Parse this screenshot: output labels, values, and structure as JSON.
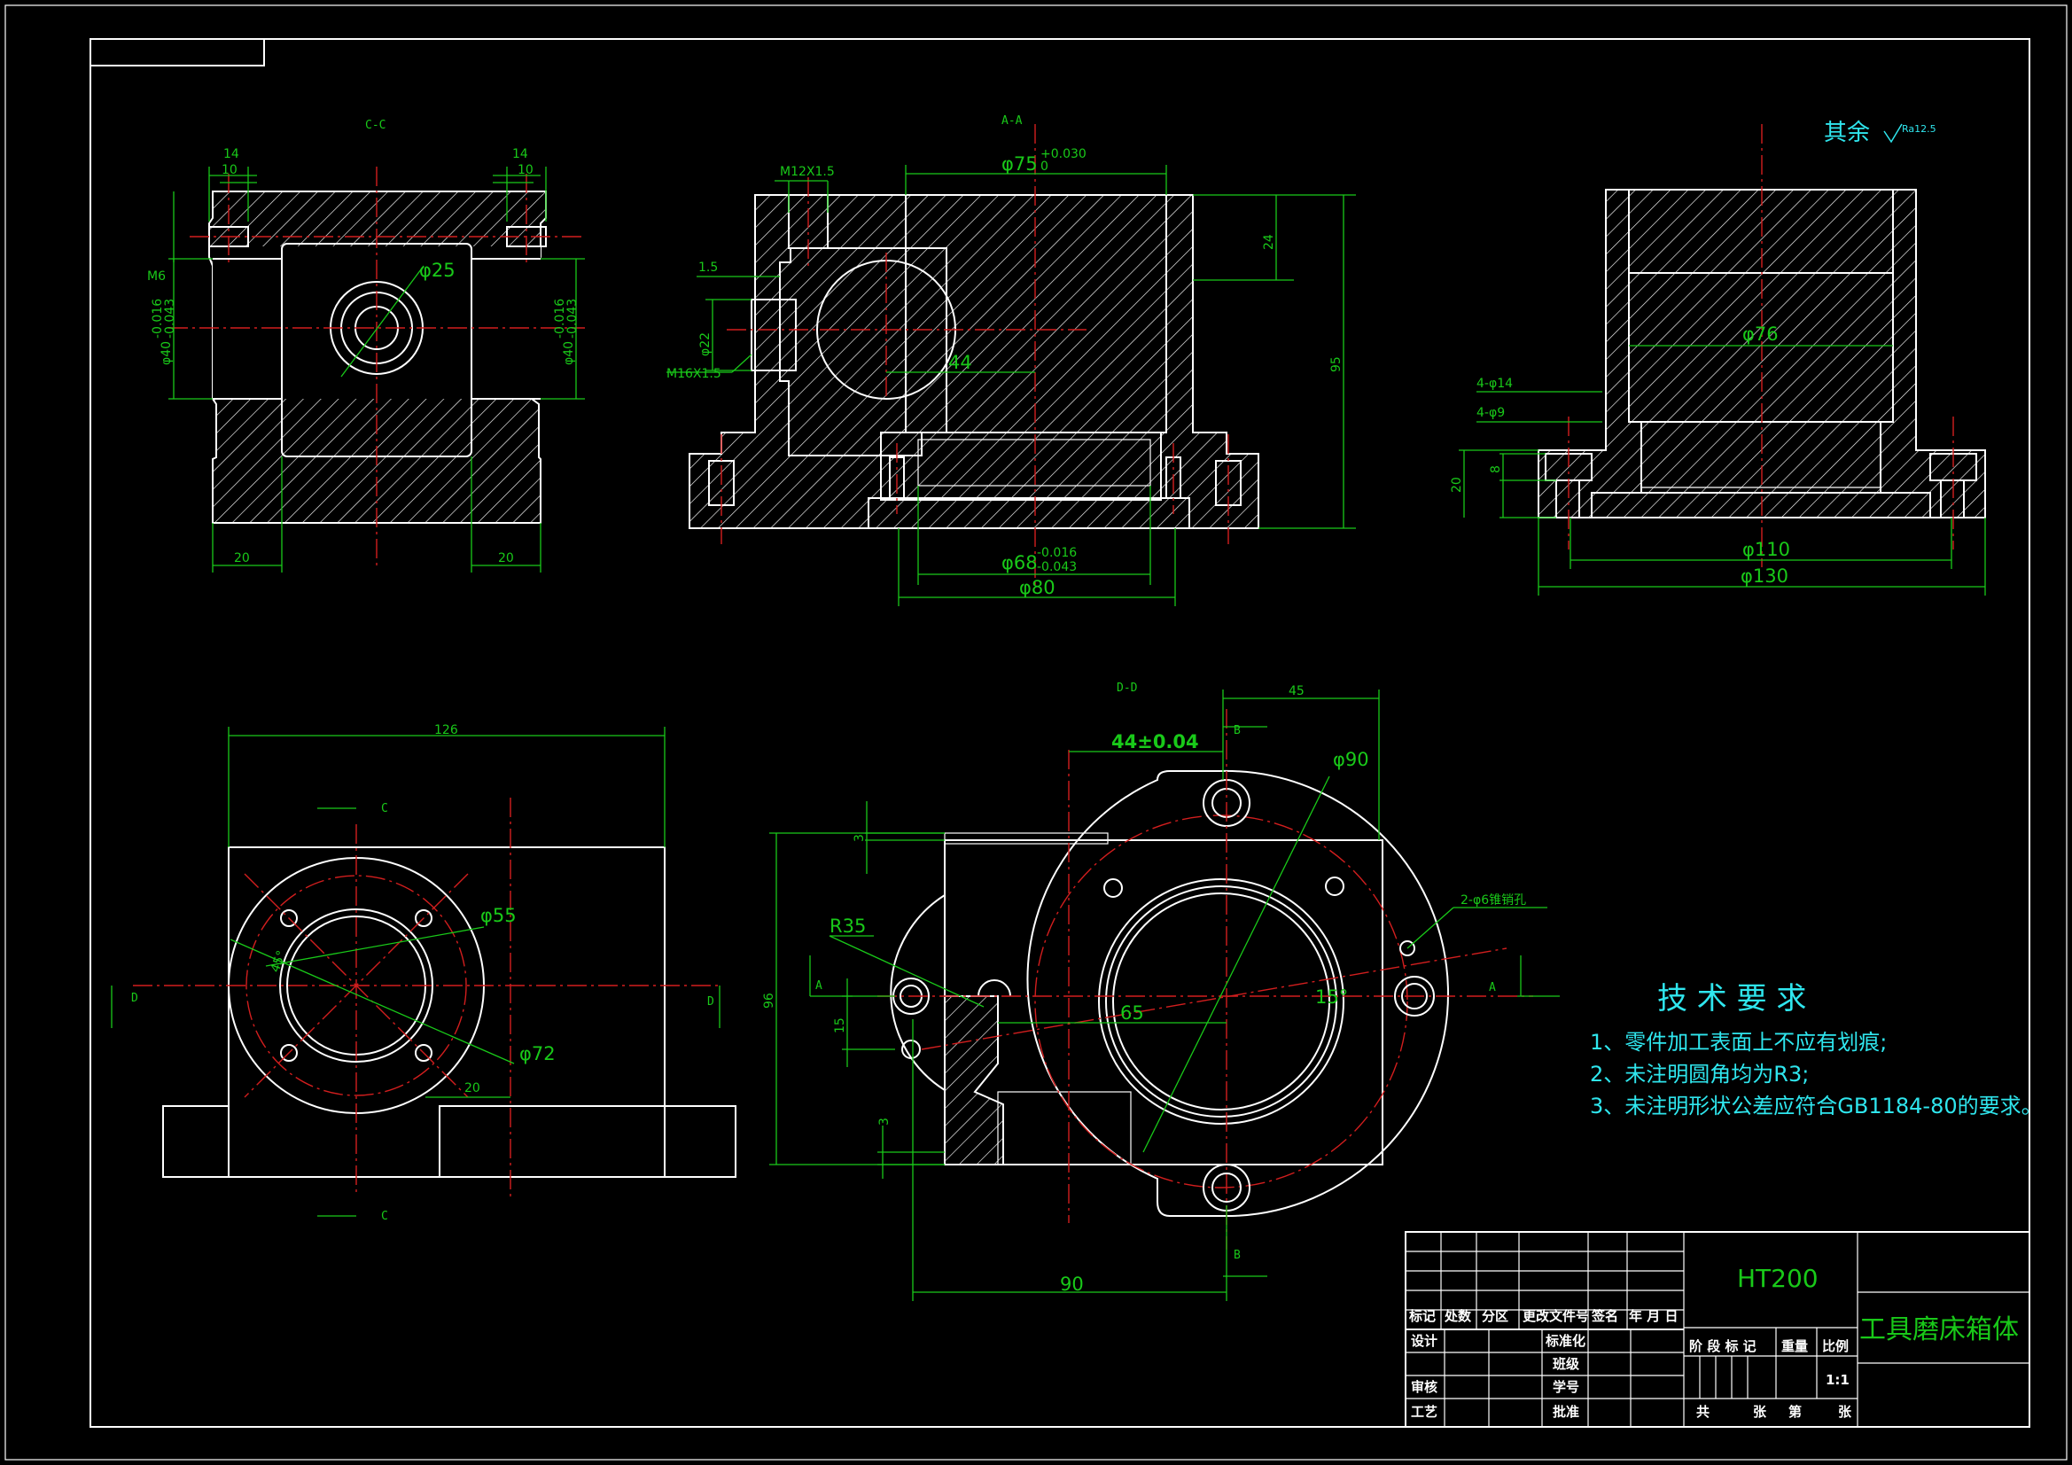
{
  "colors": {
    "background": "#000000",
    "outline": "#ffffff",
    "dimension": "#19c919",
    "centerline": "#d21e1e",
    "notes": "#2fe6ee"
  },
  "sections": {
    "cc": "C-C",
    "aa": "A-A",
    "dd": "D-D"
  },
  "surface_note": {
    "label": "其余",
    "roughness": "Ra12.5"
  },
  "view_cc": {
    "d14_left": "14",
    "d10_left": "10",
    "d14_right": "14",
    "d10_right": "10",
    "m6": "M6",
    "phi25": "φ25",
    "phi40_left": "φ40",
    "phi40_right": "φ40",
    "tol_upper": "-0.016",
    "tol_lower": "-0.043",
    "d20_left": "20",
    "d20_right": "20"
  },
  "view_aa": {
    "m12": "M12X1.5",
    "phi75": "φ75",
    "phi75_tol": "+0.030",
    "phi75_tol0": "0",
    "d1_5": "1.5",
    "phi22": "φ22",
    "m16": "M16X1.5",
    "d44": "44",
    "d24": "24",
    "d95": "95",
    "phi68": "φ68",
    "phi68_up": "-0.016",
    "phi68_lo": "-0.043",
    "phi80": "φ80"
  },
  "view_right": {
    "phi76": "φ76",
    "holes14": "4-φ14",
    "holes9": "4-φ9",
    "d8": "8",
    "d20": "20",
    "phi110": "φ110",
    "phi130": "φ130"
  },
  "view_bl": {
    "d126": "126",
    "phi55": "φ55",
    "angle45": "45°",
    "phi72": "φ72",
    "d20": "20",
    "mark_c": "C",
    "mark_d": "D"
  },
  "view_dd": {
    "d45": "45",
    "d44": "44±0.04",
    "phi90": "φ90",
    "pins": "2-φ6锥销孔",
    "r35": "R35",
    "d3_top": "3",
    "d96": "96",
    "d15": "15",
    "d65": "65",
    "ang15": "15°",
    "d3_bot": "3",
    "d90": "90",
    "mark_a": "A",
    "mark_b": "B"
  },
  "tech": {
    "title": "技 术 要 求",
    "items": [
      "1、零件加工表面上不应有划痕;",
      "2、未注明圆角均为R3;",
      "3、未注明形状公差应符合GB1184-80的要求。"
    ]
  },
  "title_block": {
    "material": "HT200",
    "part_name": "工具磨床箱体",
    "row_labels": [
      "标记",
      "处数",
      "分区",
      "更改文件号",
      "签名",
      "年 月 日"
    ],
    "design": "设计",
    "standard": "标准化",
    "class": "班级",
    "review": "审核",
    "student_id": "学号",
    "process": "工艺",
    "approve": "批准",
    "stage": "阶 段 标 记",
    "weight": "重量",
    "scale_label": "比例",
    "scale": "1:1",
    "sheets": [
      "共",
      "张",
      "第",
      "张"
    ]
  }
}
